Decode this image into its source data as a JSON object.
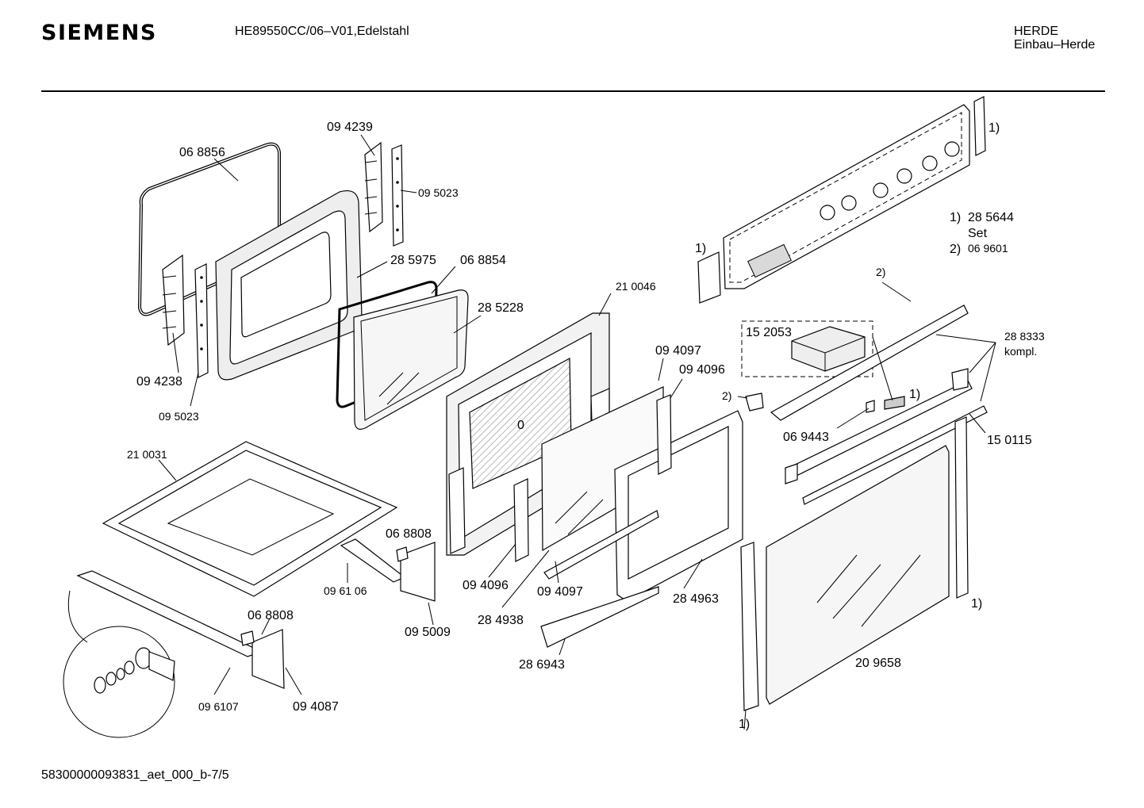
{
  "header": {
    "brand": "SIEMENS",
    "model": "HE89550CC/06–V01,Edelstahl",
    "category_line1": "HERDE",
    "category_line2": "Einbau–Herde"
  },
  "footer": {
    "code": "58300000093831_aet_000_b-7/5"
  },
  "legend": {
    "item1_marker": "1)",
    "item1_number": "28 5644",
    "item1_note": "Set",
    "item2_marker": "2)",
    "item2_number": "06 9601"
  },
  "labels": {
    "p068856": "06 8856",
    "p094239": "09 4239",
    "p095023a": "09 5023",
    "p285975": "28 5975",
    "p068854": "06 8854",
    "p285228": "28 5228",
    "p094238": "09 4238",
    "p095023b": "09 5023",
    "p210046": "21 0046",
    "p094097a": "09 4097",
    "p094096a": "09 4096",
    "p210031": "21 0031",
    "p068808a": "06 8808",
    "p096106": "09 61 06",
    "p095009": "09 5009",
    "p094096b": "09 4096",
    "p094097b": "09 4097",
    "p284938": "28 4938",
    "p284963": "28 4963",
    "p068808b": "06 8808",
    "p286943": "28 6943",
    "p096107": "09 6107",
    "p094087": "09 4087",
    "p152053": "15 2053",
    "p288333": "28 8333",
    "p288333_note": "kompl.",
    "p069443": "06 9443",
    "p150115": "15 0115",
    "p209658": "20 9658",
    "m1_top": "1)",
    "m1_left": "1)",
    "m2_rail": "2)",
    "m2_clip": "2)",
    "m1_bracket": "1)",
    "m1_right": "1)",
    "m1_bottom": "1)",
    "zero": "0"
  }
}
